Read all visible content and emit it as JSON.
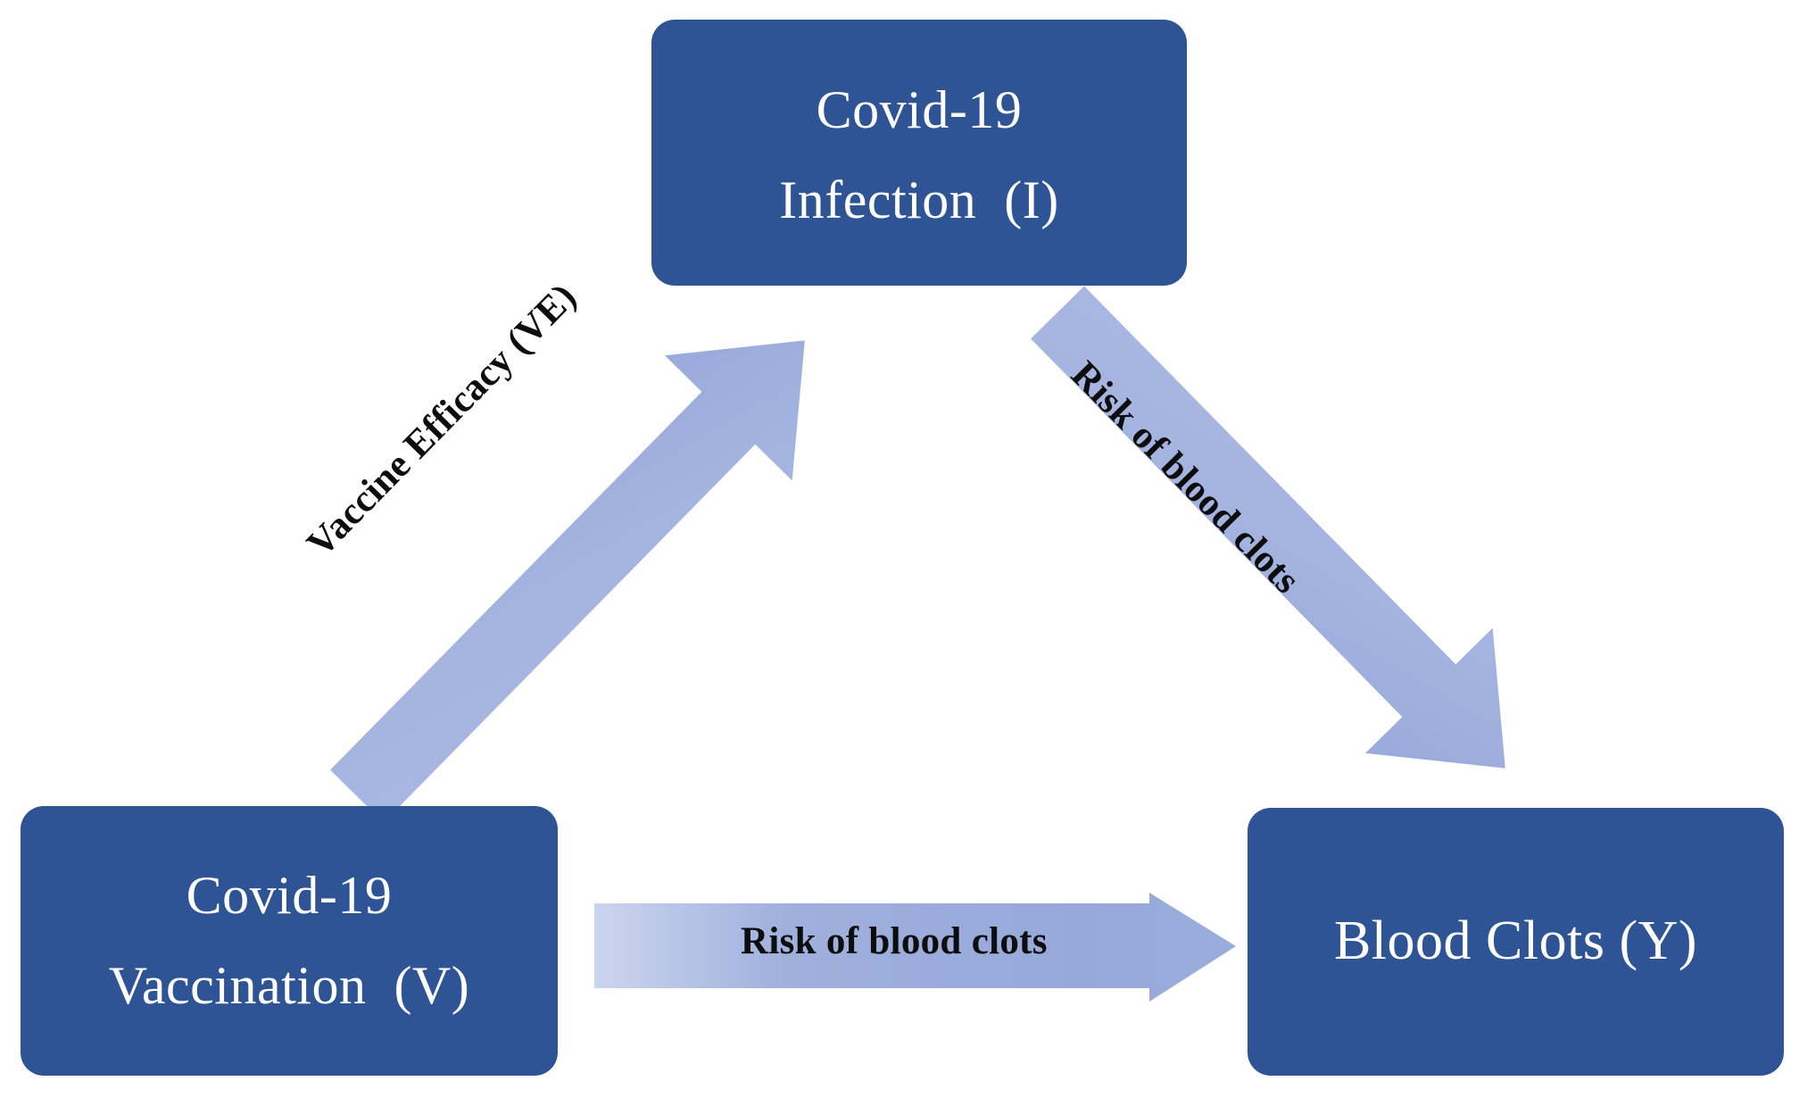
{
  "diagram": {
    "title": "Covid-19 vaccination, infection and blood clots causal diagram",
    "type": "causal-triangle",
    "colors": {
      "node_fill": "#2f5496",
      "node_text": "#ffffff",
      "arrow_fill": "#9fb0dd",
      "arrow_fill_light": "#c3cdeb",
      "label_text": "#0d0d0d",
      "background": "#ffffff"
    },
    "nodes": [
      {
        "id": "infection",
        "position": "top",
        "lines": [
          "Covid-19",
          "Infection  (I)"
        ],
        "symbol": "I"
      },
      {
        "id": "vaccination",
        "position": "bottom-left",
        "lines": [
          "Covid-19",
          "Vaccination  (V)"
        ],
        "symbol": "V"
      },
      {
        "id": "clots",
        "position": "bottom-right",
        "lines": [
          "Blood Clots (Y)"
        ],
        "symbol": "Y"
      }
    ],
    "edges": [
      {
        "id": "v-to-i",
        "from": "vaccination",
        "to": "infection",
        "label": "Vaccine Efficacy (VE)",
        "direction": "up-right"
      },
      {
        "id": "i-to-y",
        "from": "infection",
        "to": "clots",
        "label": "Risk of blood clots",
        "direction": "down-right"
      },
      {
        "id": "v-to-y",
        "from": "vaccination",
        "to": "clots",
        "label": "Risk of blood clots",
        "direction": "right"
      }
    ]
  }
}
